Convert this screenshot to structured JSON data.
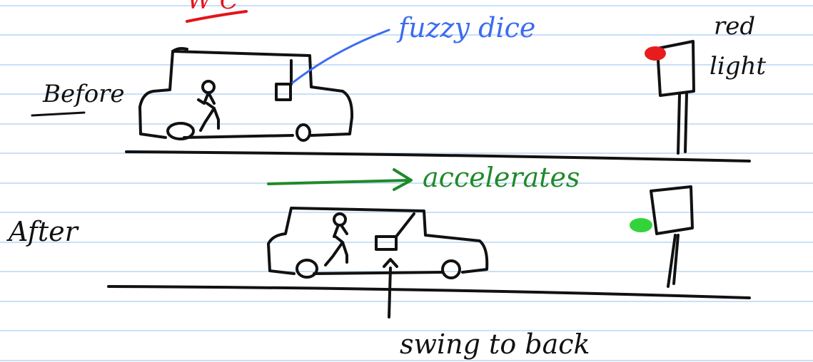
{
  "labels": {
    "partial_top": "W C",
    "fuzzy_dice": "fuzzy dice",
    "before": "Before",
    "red_light_1": "red",
    "red_light_2": "light",
    "accelerates": "accelerates",
    "after": "After",
    "swing_to_back": "swing to back"
  },
  "colors": {
    "paper": "#ffffff",
    "rule_line": "#a9cdf2",
    "ink_black": "#111111",
    "ink_blue": "#3b6cf0",
    "ink_green": "#1f8a2a",
    "ink_red": "#e2141c",
    "light_red": "#e81c1c",
    "light_green": "#33d43a"
  }
}
